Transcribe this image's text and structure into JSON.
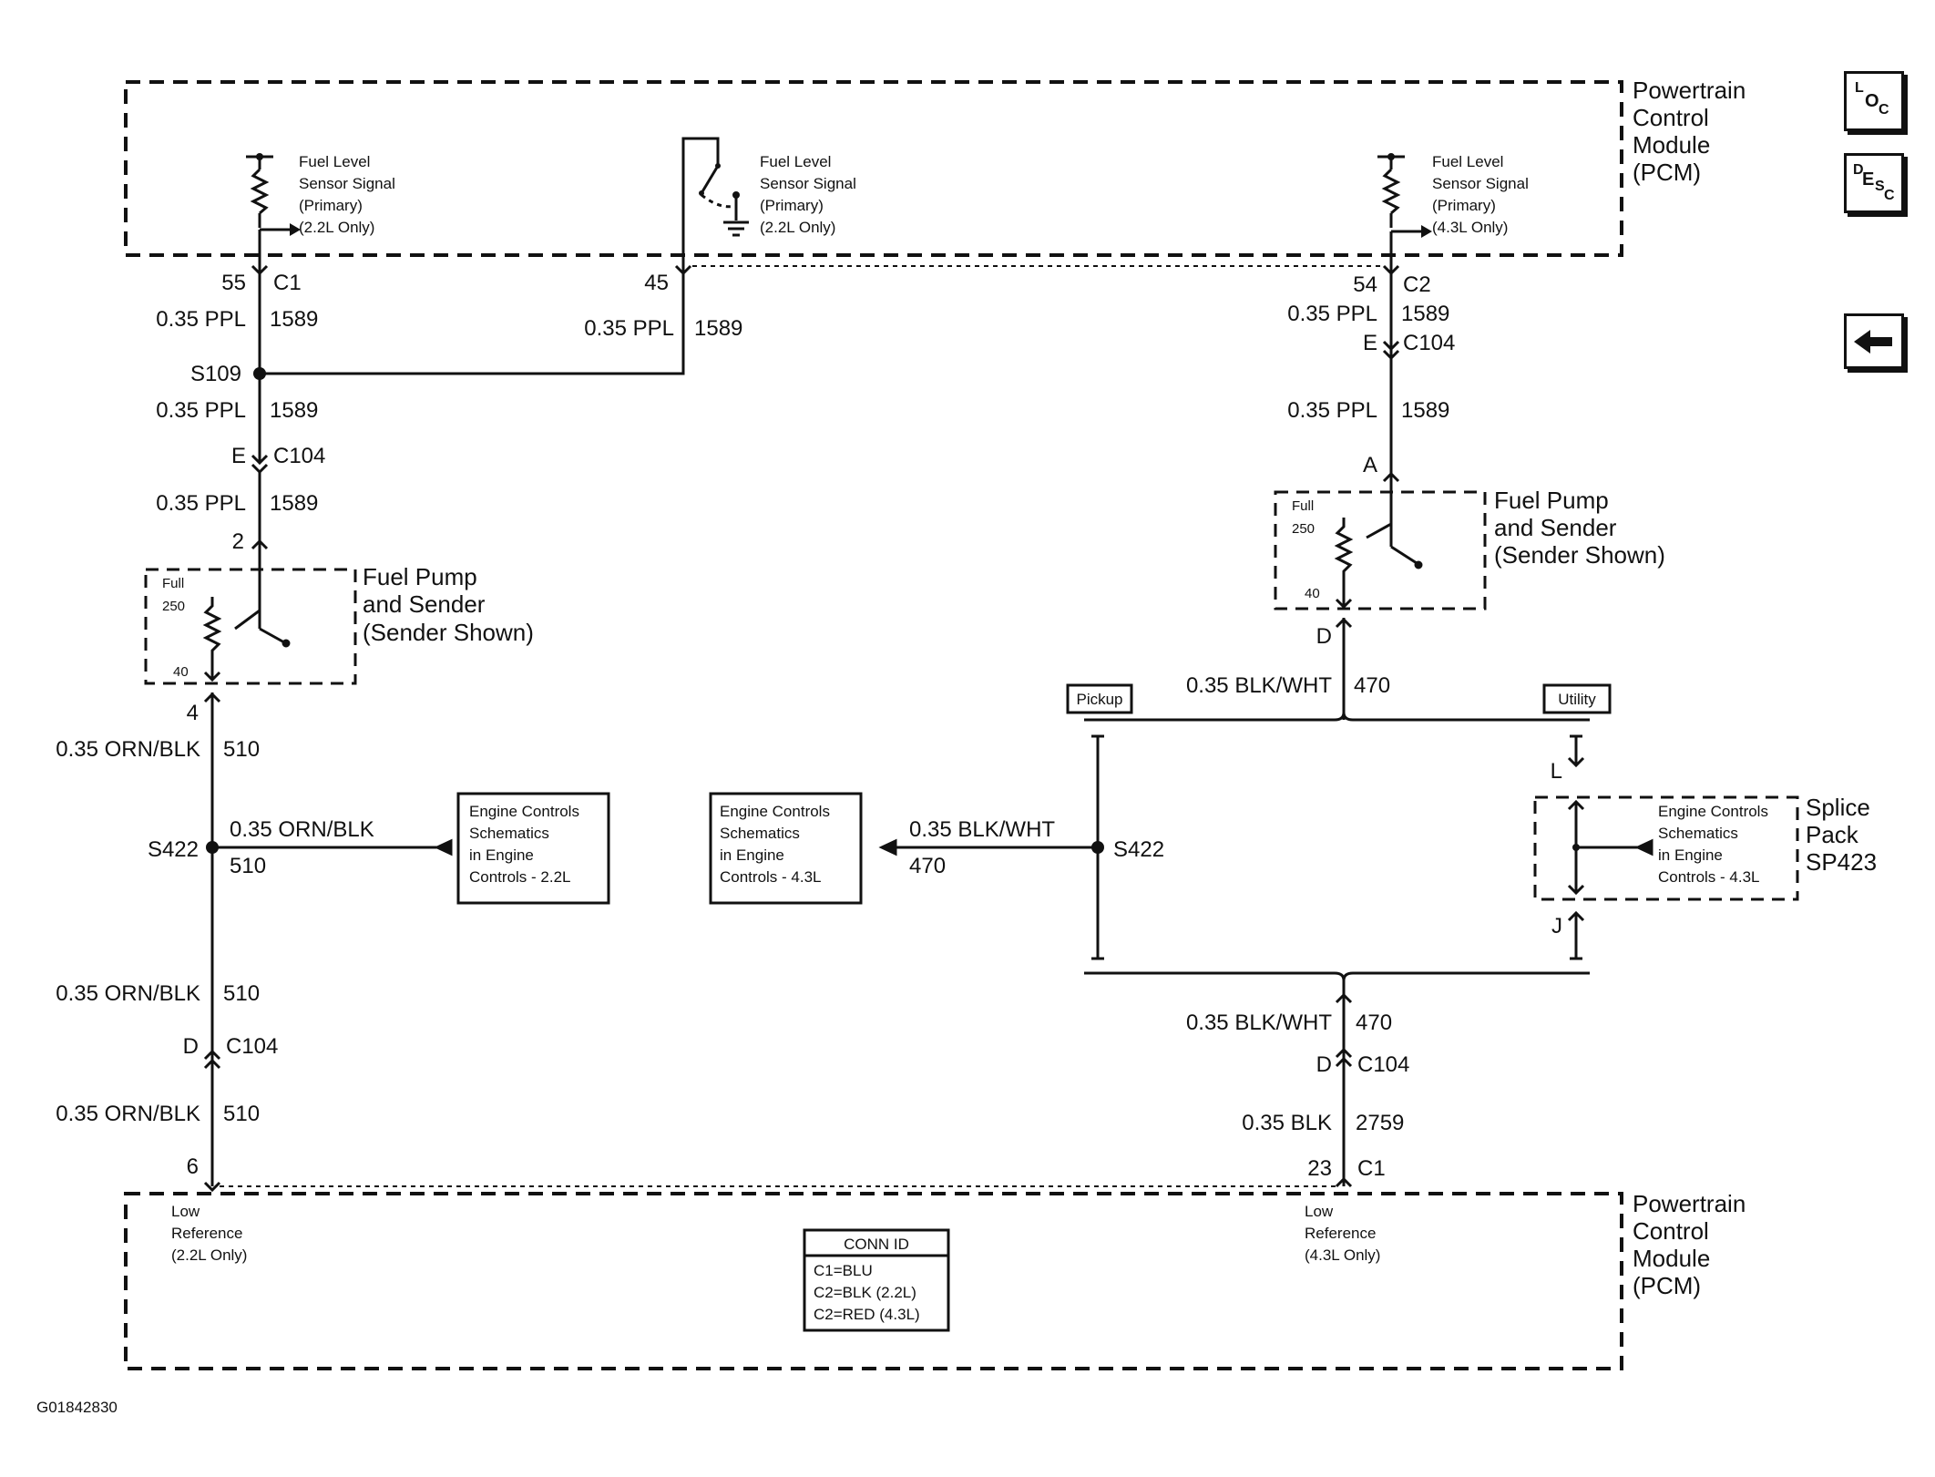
{
  "pcm_top": {
    "title_lines": [
      "Powertrain",
      "Control",
      "Module",
      "(PCM)"
    ]
  },
  "pcm_bottom": {
    "title_lines": [
      "Powertrain",
      "Control",
      "Module",
      "(PCM)"
    ]
  },
  "sensor_signals": [
    {
      "lines": [
        "Fuel Level",
        "Sensor Signal",
        "(Primary)",
        "(2.2L Only)"
      ]
    },
    {
      "lines": [
        "Fuel Level",
        "Sensor Signal",
        "(Primary)",
        "(2.2L Only)"
      ]
    },
    {
      "lines": [
        "Fuel Level",
        "Sensor Signal",
        "(Primary)",
        "(4.3L Only)"
      ]
    }
  ],
  "left_circuit": {
    "pin_top": "55",
    "conn_top": "C1",
    "wire1": "0.35 PPL",
    "circ1": "1589",
    "splice": "S109",
    "wire2": "0.35 PPL",
    "circ2": "1589",
    "conn_mid_pin": "E",
    "conn_mid": "C104",
    "wire3": "0.35 PPL",
    "circ3": "1589",
    "sender_pin_top": "2",
    "sender_pin_bottom": "4",
    "wire4": "0.35 ORN/BLK",
    "circ4": "510",
    "splice2": "S422",
    "branch_wire": "0.35 ORN/BLK",
    "branch_circ": "510",
    "wire5": "0.35 ORN/BLK",
    "circ5": "510",
    "conn_low_pin": "D",
    "conn_low": "C104",
    "wire6": "0.35 ORN/BLK",
    "circ6": "510",
    "pin_bottom": "6"
  },
  "middle_circuit": {
    "pin": "45",
    "wire": "0.35 PPL",
    "circ": "1589"
  },
  "right_circuit": {
    "pin_top": "54",
    "conn_top": "C2",
    "wire1": "0.35 PPL",
    "circ1": "1589",
    "conn_mid_pin": "E",
    "conn_mid": "C104",
    "wire2": "0.35 PPL",
    "circ2": "1589",
    "sender_pin_top": "A",
    "sender_pin_bottom": "D",
    "wire3": "0.35 BLK/WHT",
    "circ3": "470",
    "pickup_tag": "Pickup",
    "utility_tag": "Utility",
    "splice": "S422",
    "branch_wire": "0.35 BLK/WHT",
    "branch_circ": "470",
    "pin_L": "L",
    "pin_J": "J",
    "splice_pack_lines": [
      "Splice",
      "Pack",
      "SP423"
    ],
    "wire4": "0.35 BLK/WHT",
    "circ4": "470",
    "conn_low_pin": "D",
    "conn_low": "C104",
    "wire5": "0.35 BLK",
    "circ5": "2759",
    "pin_bottom": "23",
    "conn_bottom": "C1"
  },
  "fuel_pump_sender": {
    "title_lines": [
      "Fuel Pump",
      "and Sender",
      "(Sender Shown)"
    ],
    "full_label": "Full",
    "ohm_full": "250",
    "ohm_empty": "40"
  },
  "engine_controls_22": {
    "lines": [
      "Engine Controls",
      "Schematics",
      "in Engine",
      "Controls - 2.2L"
    ]
  },
  "engine_controls_43_left": {
    "lines": [
      "Engine Controls",
      "Schematics",
      "in Engine",
      "Controls - 4.3L"
    ]
  },
  "engine_controls_43_right": {
    "lines": [
      "Engine Controls",
      "Schematics",
      "in Engine",
      "Controls - 4.3L"
    ]
  },
  "low_ref_22": {
    "lines": [
      "Low",
      "Reference",
      "(2.2L Only)"
    ]
  },
  "low_ref_43": {
    "lines": [
      "Low",
      "Reference",
      "(4.3L Only)"
    ]
  },
  "conn_id": {
    "title": "CONN ID",
    "rows": [
      "C1=BLU",
      "C2=BLK (2.2L)",
      "C2=RED (4.3L)"
    ]
  },
  "nav": {
    "loc": [
      "L",
      "O",
      "C"
    ],
    "desc": [
      "D",
      "E",
      "S",
      "C"
    ],
    "back_icon": "left-arrow-icon"
  },
  "figure_id": "G01842830"
}
